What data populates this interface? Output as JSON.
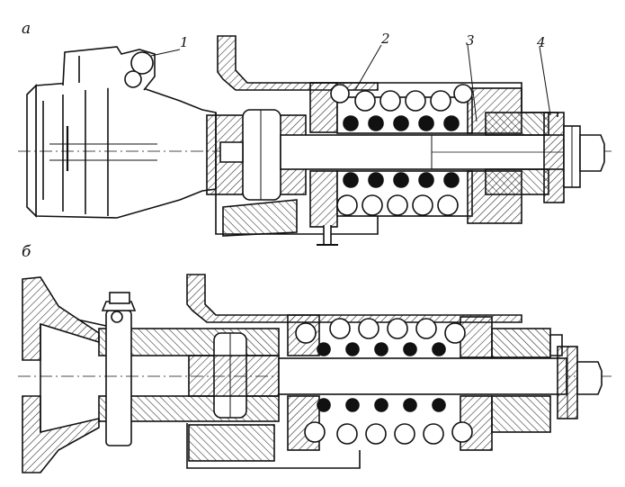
{
  "figure": {
    "panels": [
      {
        "id": "a",
        "label": "а"
      },
      {
        "id": "b",
        "label": "б"
      }
    ],
    "callouts": [
      {
        "number": "1"
      },
      {
        "number": "2"
      },
      {
        "number": "3"
      },
      {
        "number": "4"
      }
    ],
    "colors": {
      "ink": "#111111",
      "paper": "#ffffff",
      "hatch": "#222222"
    }
  }
}
